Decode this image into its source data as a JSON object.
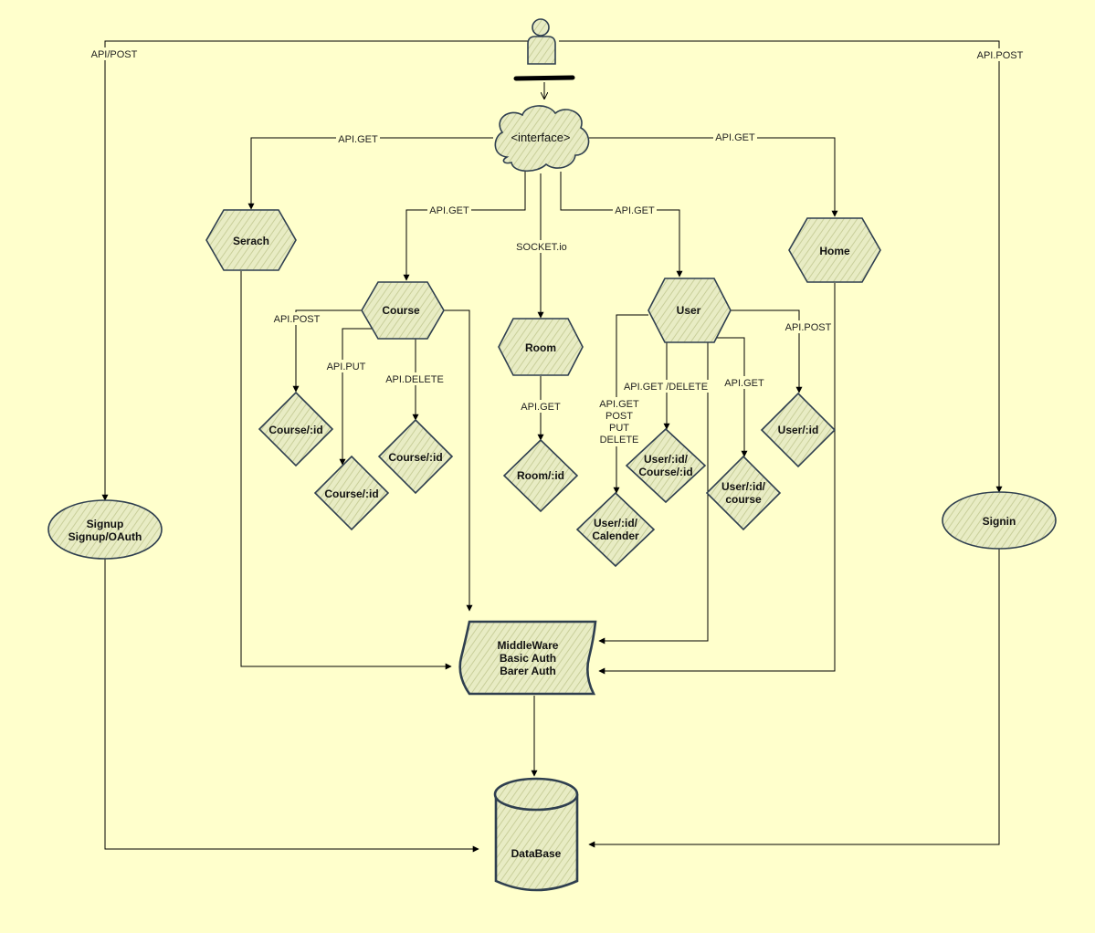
{
  "colors": {
    "background": "#ffffcc",
    "shape_fill": "#e8ecc4",
    "shape_hatch": "#c9cf9a",
    "stroke": "#2f3f4f"
  },
  "nodes": {
    "actor": "",
    "interface": "<interface>",
    "search": "Serach",
    "home": "Home",
    "course": "Course",
    "room": "Room",
    "user": "User",
    "course_id_post": "Course/:id",
    "course_id_put": "Course/:id",
    "course_id_delete": "Course/:id",
    "room_id": "Room/:id",
    "user_calender": [
      "User/:id/",
      "Calender"
    ],
    "user_course_id": [
      "User/:id/",
      "Course/:id"
    ],
    "user_course": [
      "User/:id/",
      "course"
    ],
    "user_id": "User/:id",
    "signup": [
      "Signup",
      "Signup/OAuth"
    ],
    "signin": "Signin",
    "middleware": [
      "MiddleWare",
      "Basic Auth",
      "Barer Auth"
    ],
    "database": "DataBase"
  },
  "edge_labels": {
    "signup_post": "API/POST",
    "signin_post": "API.POST",
    "search_get": "API.GET",
    "home_get": "API.GET",
    "course_get": "API.GET",
    "room_socket": "SOCKET.io",
    "user_get": "API.GET",
    "course_post": "API.POST",
    "course_put": "API.PUT",
    "course_delete": "API.DELETE",
    "room_get": "API.GET",
    "user_calender_methods": [
      "API.GET",
      "POST",
      "PUT",
      "DELETE"
    ],
    "user_course_get_delete": "API.GET /DELETE",
    "user_course_get": "API.GET",
    "user_id_post": "API.POST"
  }
}
